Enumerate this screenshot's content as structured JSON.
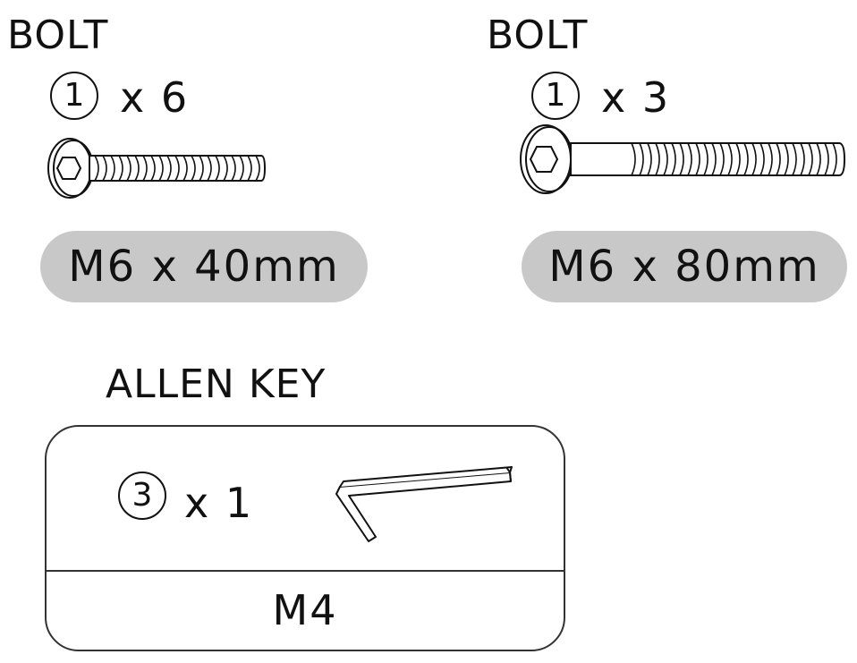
{
  "bolt_a": {
    "title": "BOLT",
    "part_number": "1",
    "quantity": "x 6",
    "size": "M6 x 40mm",
    "icon": "bolt-short-icon"
  },
  "bolt_b": {
    "title": "BOLT",
    "part_number": "1",
    "quantity": "x 3",
    "size": "M6 x 80mm",
    "icon": "bolt-long-icon"
  },
  "allen_key": {
    "title": "ALLEN KEY",
    "part_number": "3",
    "quantity": "x 1",
    "size": "M4",
    "icon": "allen-key-icon"
  },
  "colors": {
    "pill": "#c8c8c8",
    "line": "#111111"
  }
}
